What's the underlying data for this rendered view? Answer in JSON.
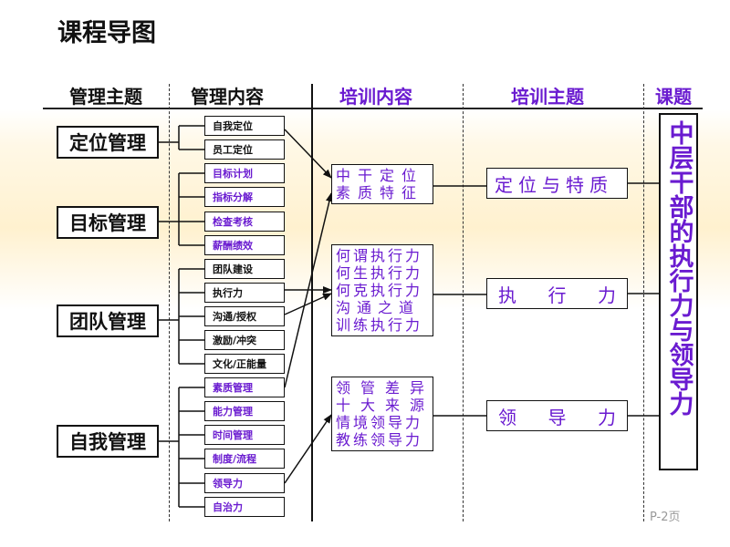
{
  "title": "课程导图",
  "headers": {
    "mgmt_topic": "管理主题",
    "mgmt_content": "管理内容",
    "train_content": "培训内容",
    "train_topic": "培训主题",
    "course": "课题"
  },
  "management": {
    "positioning": "定位管理",
    "goal": "目标管理",
    "team": "团队管理",
    "self": "自我管理"
  },
  "items": [
    "自我定位",
    "员工定位",
    "目标计划",
    "指标分解",
    "检查考核",
    "薪酬绩效",
    "团队建设",
    "执行力",
    "沟通/授权",
    "激励/冲突",
    "文化/正能量",
    "素质管理",
    "能力管理",
    "时间管理",
    "制度/流程",
    "领导力",
    "自治力"
  ],
  "training_content": {
    "a": [
      "中干定位",
      "素质特征"
    ],
    "b": [
      "何谓执行力",
      "何生执行力",
      "何克执行力",
      "沟通之道",
      "训练执行力"
    ],
    "c": [
      "领管差异",
      "十大来源",
      "情境领导力",
      "教练领导力"
    ]
  },
  "training_topic": {
    "a": "定位与特质",
    "b": [
      "执",
      "行",
      "力"
    ],
    "c": [
      "领",
      "导",
      "力"
    ]
  },
  "course_title": "中层干部的执行力与领导力",
  "page_label": "P-2页",
  "colors": {
    "accent": "#6a1bd0",
    "line": "#111111"
  }
}
